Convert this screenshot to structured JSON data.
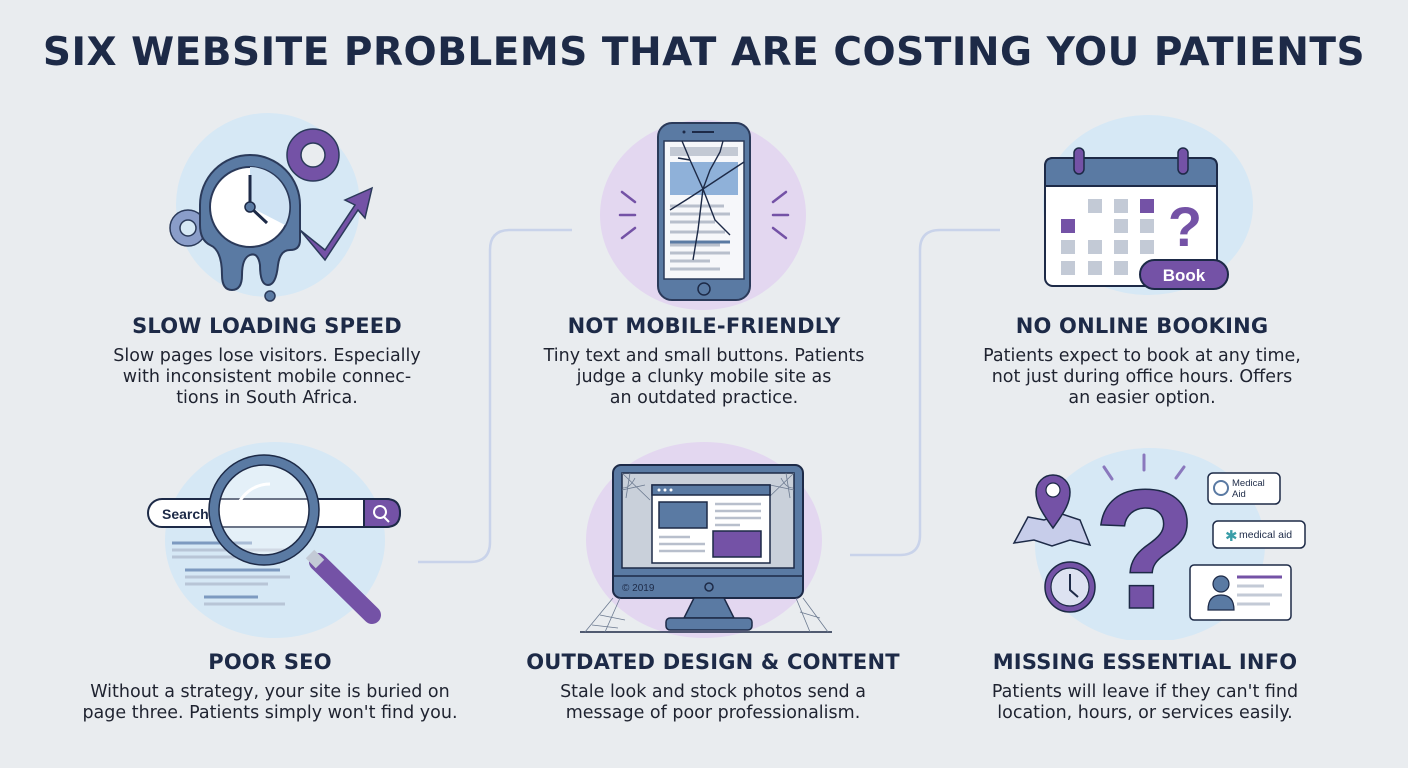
{
  "title": "SIX WEBSITE PROBLEMS THAT ARE COSTING YOU PATIENTS",
  "colors": {
    "background": "#e9ecef",
    "navy": "#1d2a47",
    "slate_blue": "#5a7aa3",
    "purple": "#7452a6",
    "light_blue": "#d6e8f5",
    "lavender": "#e3d7f0",
    "connector": "#c9d3ea"
  },
  "problems": [
    {
      "heading": "SLOW LOADING SPEED",
      "body": "Slow pages lose visitors. Especially\nwith inconsistent mobile connec-\ntions in South Africa.",
      "icon": "melting-clock-icon"
    },
    {
      "heading": "NOT MOBILE-FRIENDLY",
      "body": "Tiny text and small buttons. Patients\njudge a clunky mobile site as\nan outdated practice.",
      "icon": "cracked-phone-icon"
    },
    {
      "heading": "NO ONLINE BOOKING",
      "body": "Patients expect to book at any time,\nnot just during office hours. Offers\nan easier option.",
      "icon": "calendar-icon",
      "button_label": "Book"
    },
    {
      "heading": "POOR SEO",
      "body": "Without a strategy, your site is buried on\npage three. Patients simply won't find you.",
      "icon": "magnifier-icon",
      "search_label": "Search"
    },
    {
      "heading": "OUTDATED DESIGN & CONTENT",
      "body": "Stale look and stock photos send a\nmessage of poor professionalism.",
      "icon": "old-monitor-icon",
      "copyright": "© 2019"
    },
    {
      "heading": "MISSING ESSENTIAL INFO",
      "body": "Patients will leave if they can't find\nlocation, hours, or services easily.",
      "icon": "question-mark-icon",
      "badges": [
        "Medical\nAid",
        "medical aid"
      ]
    }
  ]
}
